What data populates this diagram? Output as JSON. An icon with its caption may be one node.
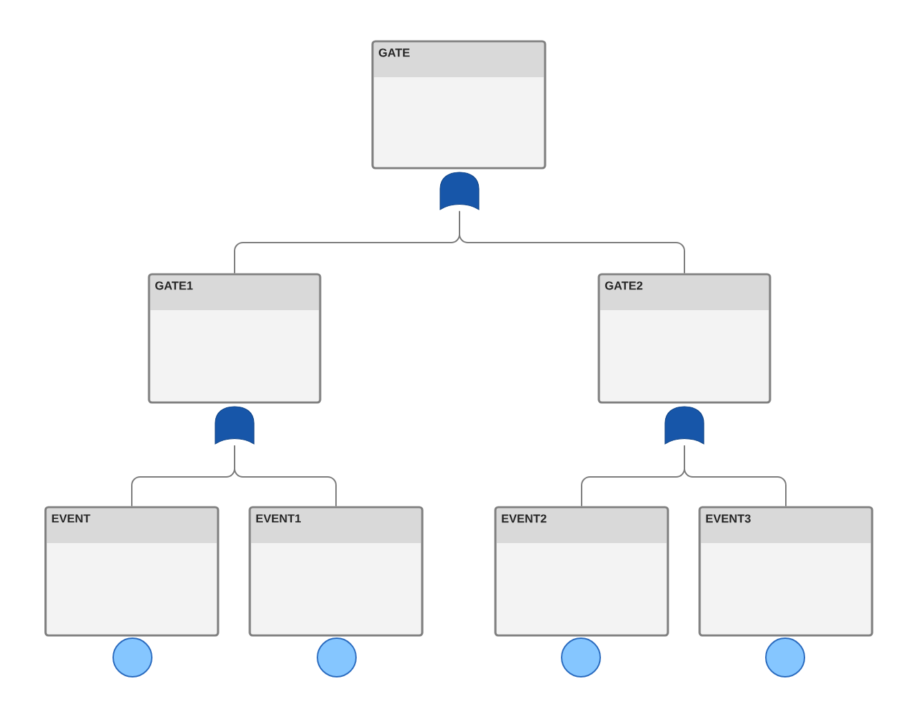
{
  "diagram": {
    "nodes": [
      {
        "text": [
          "GATE"
        ]
      },
      {
        "text": [
          "GATE1"
        ]
      },
      {
        "text": [
          "GATE2"
        ]
      },
      {
        "text": [
          "EVENT"
        ]
      },
      {
        "text": [
          "EVENT1"
        ]
      },
      {
        "text": [
          "EVENT2"
        ]
      },
      {
        "text": [
          "EVENT3"
        ]
      },
      {
        "text": [],
        "shape": "gate"
      },
      {
        "text": [],
        "shape": "gate"
      },
      {
        "text": [],
        "shape": "gate"
      },
      {
        "text": [],
        "shape": "circle"
      },
      {
        "text": [],
        "shape": "circle"
      },
      {
        "text": [],
        "shape": "circle"
      },
      {
        "text": [],
        "shape": "circle"
      }
    ],
    "edges": [
      {
        "from": 7,
        "to": 1,
        "arrow": "none"
      },
      {
        "from": 7,
        "to": 2,
        "arrow": "none"
      },
      {
        "from": 8,
        "to": 3,
        "arrow": "none"
      },
      {
        "from": 8,
        "to": 4,
        "arrow": "none"
      },
      {
        "from": 9,
        "to": 5,
        "arrow": "none"
      },
      {
        "from": 9,
        "to": 6,
        "arrow": "none"
      }
    ]
  }
}
